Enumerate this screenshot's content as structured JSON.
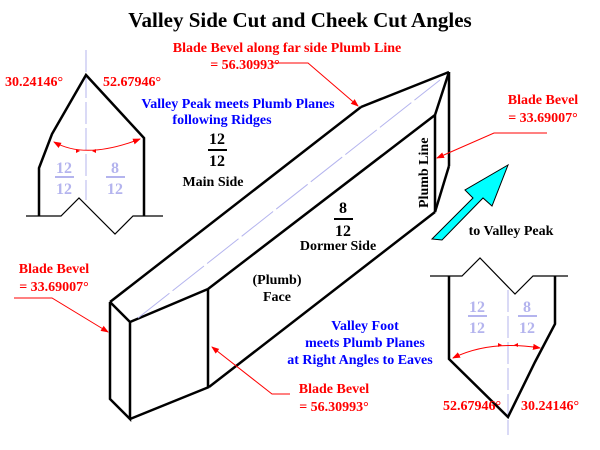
{
  "title": "Valley Side Cut and Cheek Cut Angles",
  "labels": {
    "far_side_line1": "Blade Bevel along far side Plumb Line",
    "far_side_line2": "= 56.30993°",
    "peak_blue_line1": "Valley Peak meets Plumb Planes",
    "peak_blue_line2": "following Ridges",
    "main_side_num": "12",
    "main_side_den": "12",
    "main_side_label": "Main Side",
    "dormer_side_num": "8",
    "dormer_side_den": "12",
    "dormer_side_label": "Dormer Side",
    "plumb_face_line1": "(Plumb)",
    "plumb_face_line2": "Face",
    "plumb_line": "Plumb Line",
    "right_bevel_line1": "Blade Bevel",
    "right_bevel_line2": "= 33.69007°",
    "left_bevel_line1": "Blade Bevel",
    "left_bevel_line2": "= 33.69007°",
    "bottom_bevel_line1": "Blade Bevel",
    "bottom_bevel_line2": "= 56.30993°",
    "to_valley_peak": "to Valley Peak",
    "foot_blue_line1": "Valley Foot",
    "foot_blue_line2": "meets Plumb Planes",
    "foot_blue_line3": "at Right Angles to Eaves"
  },
  "top_detail": {
    "angle_left": "30.24146°",
    "angle_right": "52.67946°",
    "frac_left_num": "12",
    "frac_left_den": "12",
    "frac_right_num": "8",
    "frac_right_den": "12"
  },
  "bottom_detail": {
    "angle_left": "52.67946°",
    "angle_right": "30.24146°",
    "frac_left_num": "12",
    "frac_left_den": "12",
    "frac_right_num": "8",
    "frac_right_den": "12"
  },
  "colors": {
    "annotation": "#ff0000",
    "note": "#0000ff",
    "axis": "#b4b4ee",
    "arrow_fill": "#00ffff"
  }
}
